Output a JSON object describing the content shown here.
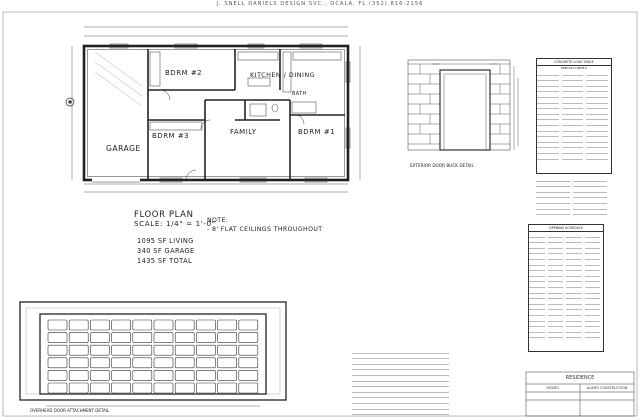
{
  "header": {
    "title": "J. SNELL DANIELS DESIGN SVC., OCALA, FL   (352) 816-2156"
  },
  "floor_plan": {
    "rooms": [
      {
        "key": "bdrm2",
        "label": "BDRM #2"
      },
      {
        "key": "kitchen",
        "label": "KITCHEN / DINING"
      },
      {
        "key": "bdrm3",
        "label": "BDRM #3"
      },
      {
        "key": "family",
        "label": "FAMILY"
      },
      {
        "key": "bdrm1",
        "label": "BDRM #1"
      },
      {
        "key": "garage",
        "label": "GARAGE"
      },
      {
        "key": "bath",
        "label": "BATH"
      }
    ],
    "title": "FLOOR PLAN",
    "scale": "SCALE: 1/4\" = 1'-0\"",
    "note_heading": "NOTE:",
    "note_text": "- 8' FLAT CEILINGS THROUGHOUT",
    "areas": [
      "1095 SF LIVING",
      "340 SF GARAGE",
      "1435 SF TOTAL"
    ]
  },
  "details": {
    "door_buck_title": "EXTERIOR DOOR BUCK DETAIL",
    "overhead_title": "OVERHEAD DOOR ATTACHMENT DETAIL",
    "lintel_table_title": "CONCRETE LOAD TABLE",
    "lintel_subtitle": "PRECAST LINTELS",
    "opening_table_title": "OPENING SCHEDULE"
  },
  "title_block": {
    "project": "RESIDENCE",
    "model": "MODEL",
    "company": "ALAMO CONSTRUCTION"
  }
}
